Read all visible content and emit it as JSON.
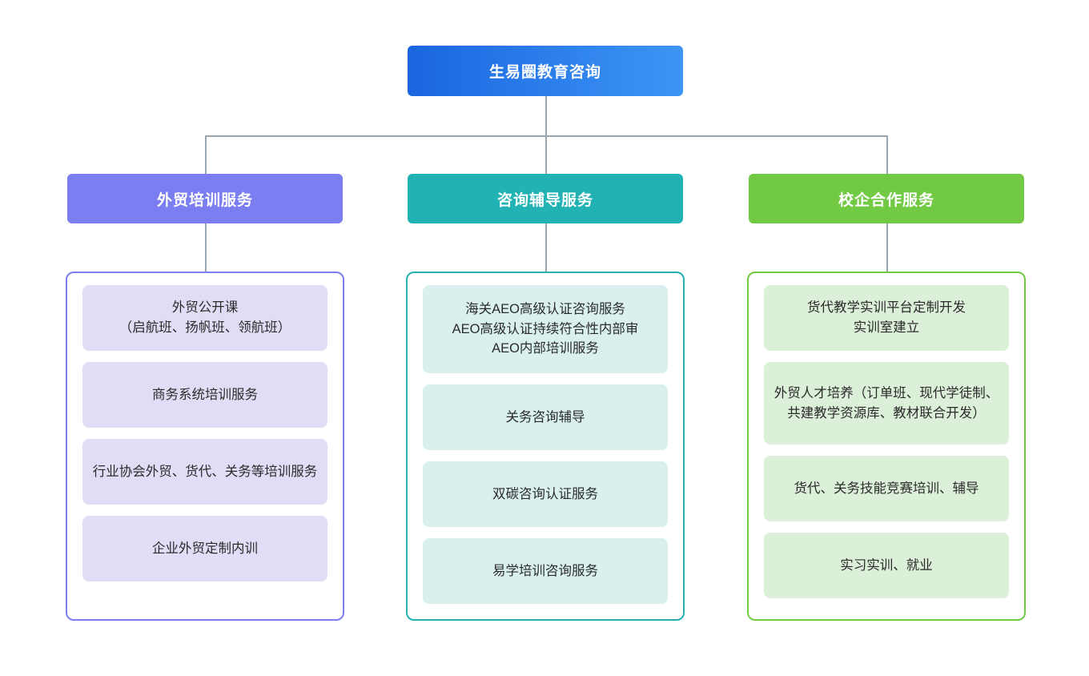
{
  "root": {
    "label": "生易圈教育咨询",
    "gradient_from": "#1a66e0",
    "gradient_to": "#3d95f5"
  },
  "connector_color": "#9aa7b0",
  "branches": [
    {
      "label": "外贸培训服务",
      "header_color": "#7b7ef0",
      "border_color": "#7b7ef0",
      "leaf_bg": "#e2ddf6",
      "items": [
        {
          "label": "外贸公开课\n（启航班、扬帆班、领航班）",
          "height": 82
        },
        {
          "label": "商务系统培训服务",
          "height": 82
        },
        {
          "label": "行业协会外贸、货代、关务等培训服务",
          "height": 82
        },
        {
          "label": "企业外贸定制内训",
          "height": 82
        }
      ]
    },
    {
      "label": "咨询辅导服务",
      "header_color": "#22b2b4",
      "border_color": "#22b2b4",
      "leaf_bg": "#d9f0ef",
      "items": [
        {
          "label": "海关AEO高级认证咨询服务\nAEO高级认证持续符合性内部审\nAEO内部培训服务",
          "height": 110
        },
        {
          "label": "关务咨询辅导",
          "height": 82
        },
        {
          "label": "双碳咨询认证服务",
          "height": 82
        },
        {
          "label": "易学培训咨询服务",
          "height": 82
        }
      ]
    },
    {
      "label": "校企合作服务",
      "header_color": "#72c944",
      "border_color": "#72c944",
      "leaf_bg": "#dcefd8",
      "items": [
        {
          "label": "货代教学实训平台定制开发\n实训室建立",
          "height": 82
        },
        {
          "label": "外贸人才培养（订单班、现代学徒制、共建教学资源库、教材联合开发）",
          "height": 103
        },
        {
          "label": "货代、关务技能竞赛培训、辅导",
          "height": 82
        },
        {
          "label": "实习实训、就业",
          "height": 82
        }
      ]
    }
  ]
}
